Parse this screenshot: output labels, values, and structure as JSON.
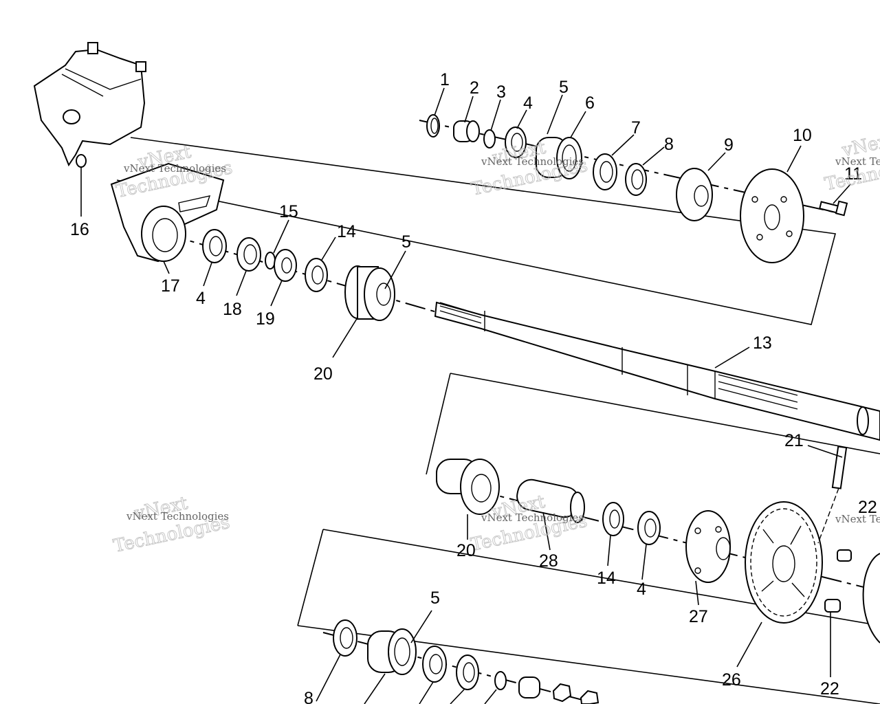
{
  "diagram": {
    "callouts": [
      {
        "id": "c1",
        "label": "1"
      },
      {
        "id": "c2",
        "label": "2"
      },
      {
        "id": "c3",
        "label": "3"
      },
      {
        "id": "c4a",
        "label": "4"
      },
      {
        "id": "c5a",
        "label": "5"
      },
      {
        "id": "c6",
        "label": "6"
      },
      {
        "id": "c7",
        "label": "7"
      },
      {
        "id": "c8a",
        "label": "8"
      },
      {
        "id": "c9",
        "label": "9"
      },
      {
        "id": "c10",
        "label": "10"
      },
      {
        "id": "c11",
        "label": "11"
      },
      {
        "id": "c16",
        "label": "16"
      },
      {
        "id": "c15",
        "label": "15"
      },
      {
        "id": "c14a",
        "label": "14"
      },
      {
        "id": "c5b",
        "label": "5"
      },
      {
        "id": "c17",
        "label": "17"
      },
      {
        "id": "c4b",
        "label": "4"
      },
      {
        "id": "c18",
        "label": "18"
      },
      {
        "id": "c19",
        "label": "19"
      },
      {
        "id": "c20a",
        "label": "20"
      },
      {
        "id": "c13",
        "label": "13"
      },
      {
        "id": "c21",
        "label": "21"
      },
      {
        "id": "c22a",
        "label": "22"
      },
      {
        "id": "c20b",
        "label": "20"
      },
      {
        "id": "c28",
        "label": "28"
      },
      {
        "id": "c14b",
        "label": "14"
      },
      {
        "id": "c4c",
        "label": "4"
      },
      {
        "id": "c27",
        "label": "27"
      },
      {
        "id": "c26",
        "label": "26"
      },
      {
        "id": "c22b",
        "label": "22"
      },
      {
        "id": "c5c",
        "label": "5"
      },
      {
        "id": "c8b",
        "label": "8"
      }
    ],
    "watermark": {
      "line1": "vNext",
      "line2": "Technologies",
      "small": "vNext Technologies"
    }
  }
}
